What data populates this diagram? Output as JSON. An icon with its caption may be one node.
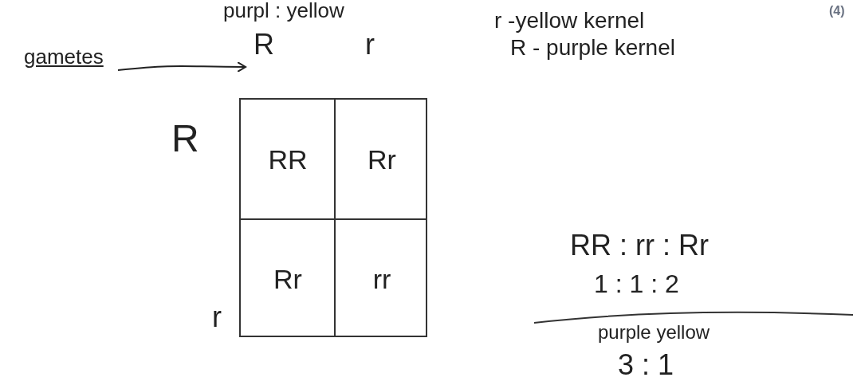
{
  "diagram": {
    "nodes": [
      {
        "text": [
          "gametes"
        ]
      },
      {
        "text": [
          "R"
        ]
      },
      {
        "text": [
          "r"
        ]
      },
      {
        "text": [],
        "shape": "box"
      },
      {
        "text": [
          "RR"
        ],
        "in": 3
      },
      {
        "text": [
          "Rr"
        ],
        "in": 3
      },
      {
        "text": [
          "Rr"
        ],
        "in": 3
      },
      {
        "text": [
          "rr"
        ],
        "in": 3
      }
    ],
    "edges": [
      {
        "from": 0,
        "to": 1,
        "arrow": "to"
      }
    ],
    "labels": [
      "purpl : yellow",
      "r -yellow kernel",
      "(4)",
      "R - purple kernel",
      "R",
      "r",
      "RR : rr : Rr",
      "1 : 1 : 2",
      "purple yellow",
      "3 : 1"
    ]
  }
}
